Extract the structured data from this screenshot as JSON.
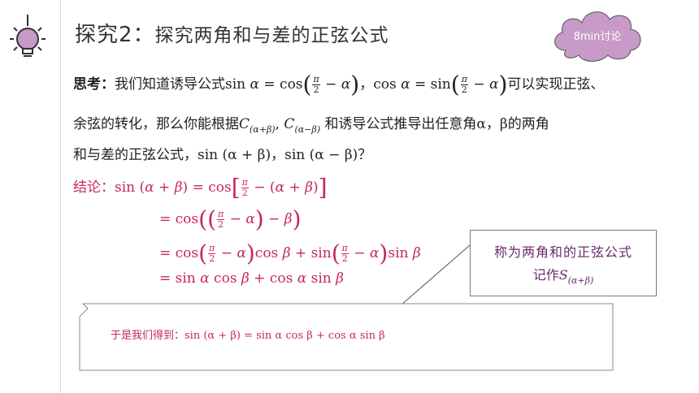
{
  "header": {
    "title_prefix": "探究2：",
    "title_text": "探究两角和与差的正弦公式"
  },
  "badge": {
    "label": "8min讨论"
  },
  "think": {
    "label": "思考：",
    "line1_a": "我们知道诱导公式",
    "line1_b": "可以实现正弦、",
    "line2_a": "余弦的转化，那么你能根据",
    "line2_b": "和诱导公式推导出任意角α，β的两角",
    "line3": "和与差的正弦公式，sin (α + β)，sin (α − β)？"
  },
  "conclusion": {
    "label": "结论："
  },
  "callout": {
    "line1": "称为两角和的正弦公式",
    "line2_prefix": "记作"
  },
  "summary": {
    "text": "于是我们得到：sin (α + β) = sin α cos β + cos α sin β"
  },
  "colors": {
    "accent": "#c8265f",
    "cloud": "#c79ac7",
    "callout_text": "#6a2a6a"
  }
}
